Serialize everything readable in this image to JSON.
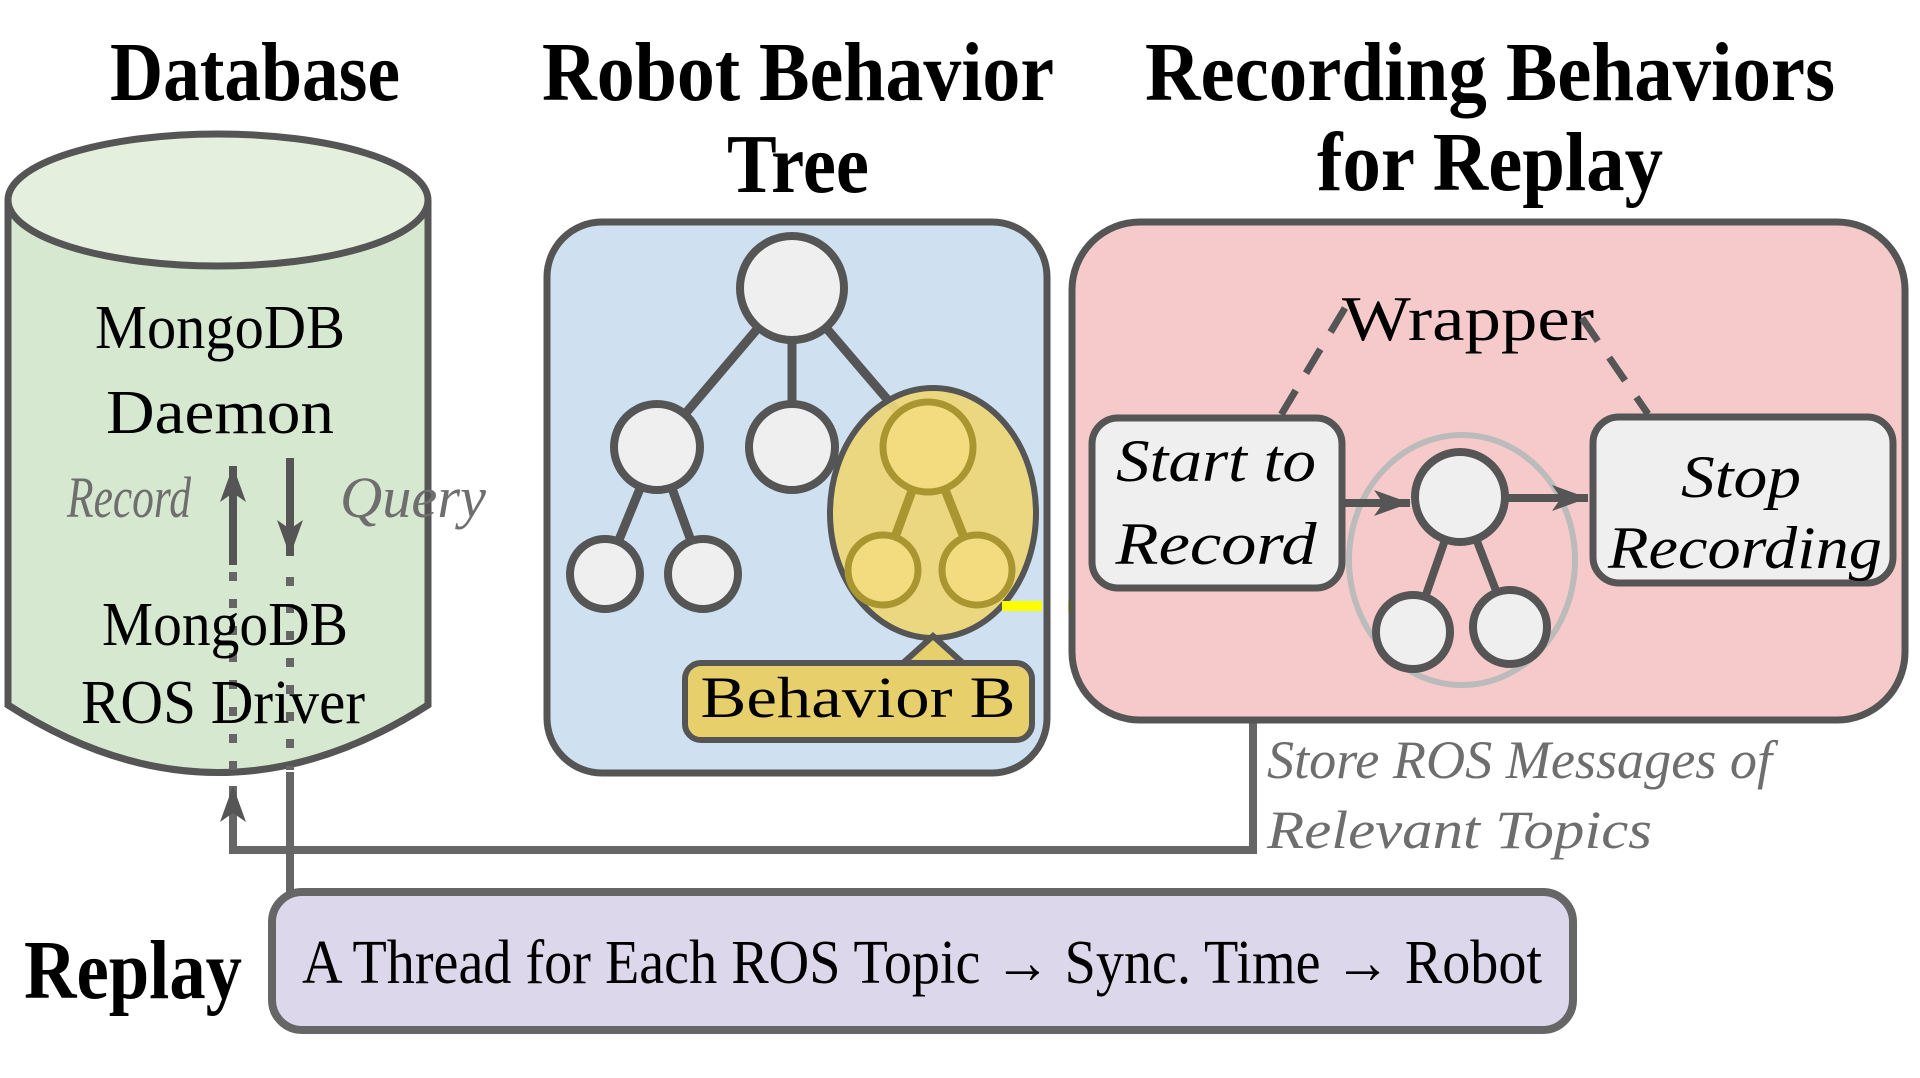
{
  "diagram": {
    "database": {
      "title": "Database",
      "daemon_line1": "MongoDB",
      "daemon_line2": "Daemon",
      "record_label": "Record",
      "query_label": "Query",
      "driver_line1": "MongoDB",
      "driver_line2": "ROS Driver"
    },
    "behavior_tree": {
      "title_line1": "Robot Behavior",
      "title_line2": "Tree",
      "highlight_label": "Behavior B"
    },
    "recording": {
      "title_line1": "Recording Behaviors",
      "title_line2": "for Replay",
      "wrapper_label": "Wrapper",
      "start_line1": "Start to",
      "start_line2": "Record",
      "stop_line1": "Stop",
      "stop_line2": "Recording"
    },
    "store_note": {
      "line1": "Store ROS Messages of",
      "line2": "Relevant Topics"
    },
    "replay": {
      "label": "Replay",
      "thread_text": "A Thread for Each ROS Topic → Sync. Time → Robot"
    },
    "colors": {
      "database_green": "#d7e8d0",
      "database_green_top": "#e4efdd",
      "tree_blue": "#cfe0f1",
      "recording_pink": "#f6caca",
      "replay_purple": "#ddd7eb",
      "highlight_yellow": "#ebd679",
      "highlight_node_yellow": "#f3dc80",
      "highlight_dark_yellow": "#aa9630",
      "label_gold": "#e7cf6b",
      "node_gray": "#efefef",
      "line_gray": "#555555",
      "text_gray": "#6e6e6e",
      "link_dash_yellow": "#ffff00"
    }
  }
}
